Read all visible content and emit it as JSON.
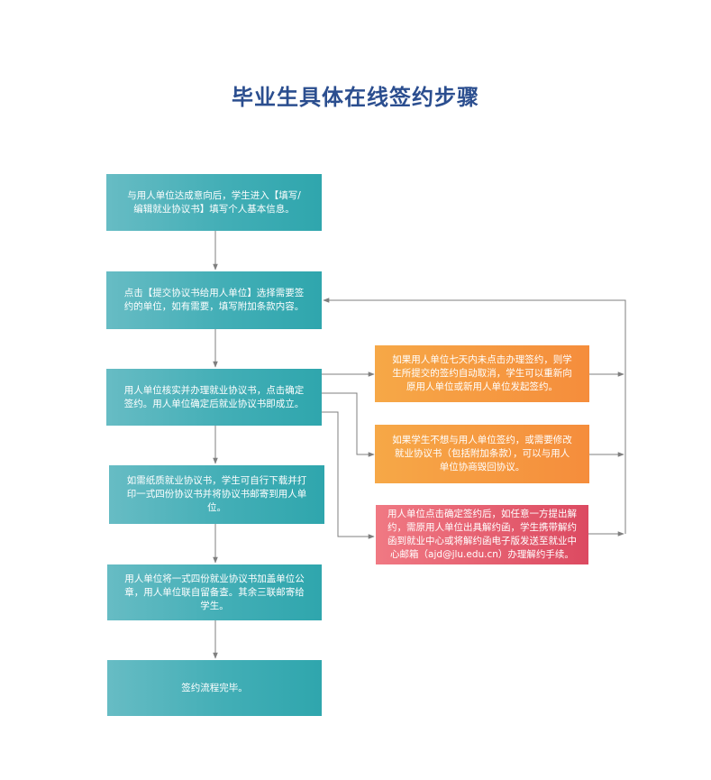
{
  "title": "毕业生具体在线签约步骤",
  "steps": [
    "与用人单位达成意向后，学生进入【填写/编辑就业协议书】填写个人基本信息。",
    "点击【提交协议书给用人单位】选择需要签约的单位，如有需要，填写附加条款内容。",
    "用人单位核实并办理就业协议书，点击确定签约。用人单位确定后就业协议书即成立。",
    "如需纸质就业协议书，学生可自行下载并打印一式四份协议书并将协议书邮寄到用人单位。",
    "用人单位将一式四份就业协议书加盖单位公章，用人单位联自留备查。其余三联邮寄给学生。",
    "签约流程完毕。"
  ],
  "branches": [
    "如果用人单位七天内未点击办理签约，则学生所提交的签约自动取消，学生可以重新向原用人单位或新用人单位发起签约。",
    "如果学生不想与用人单位签约，或需要修改就业协议书（包括附加条款），可以与用人单位协商毁回协议。",
    "用人单位点击确定签约后，如任意一方提出解约，需原用人单位出具解约函，学生携带解约函到就业中心或将解约函电子版发送至就业中心邮箱（ajd@jlu.edu.cn）办理解约手续。"
  ],
  "colors": {
    "title": "#2b4e8f",
    "teal": "#42aeb6",
    "orange": "#f58d3c",
    "red": "#dc4a61",
    "connector": "#7f7f7f"
  }
}
